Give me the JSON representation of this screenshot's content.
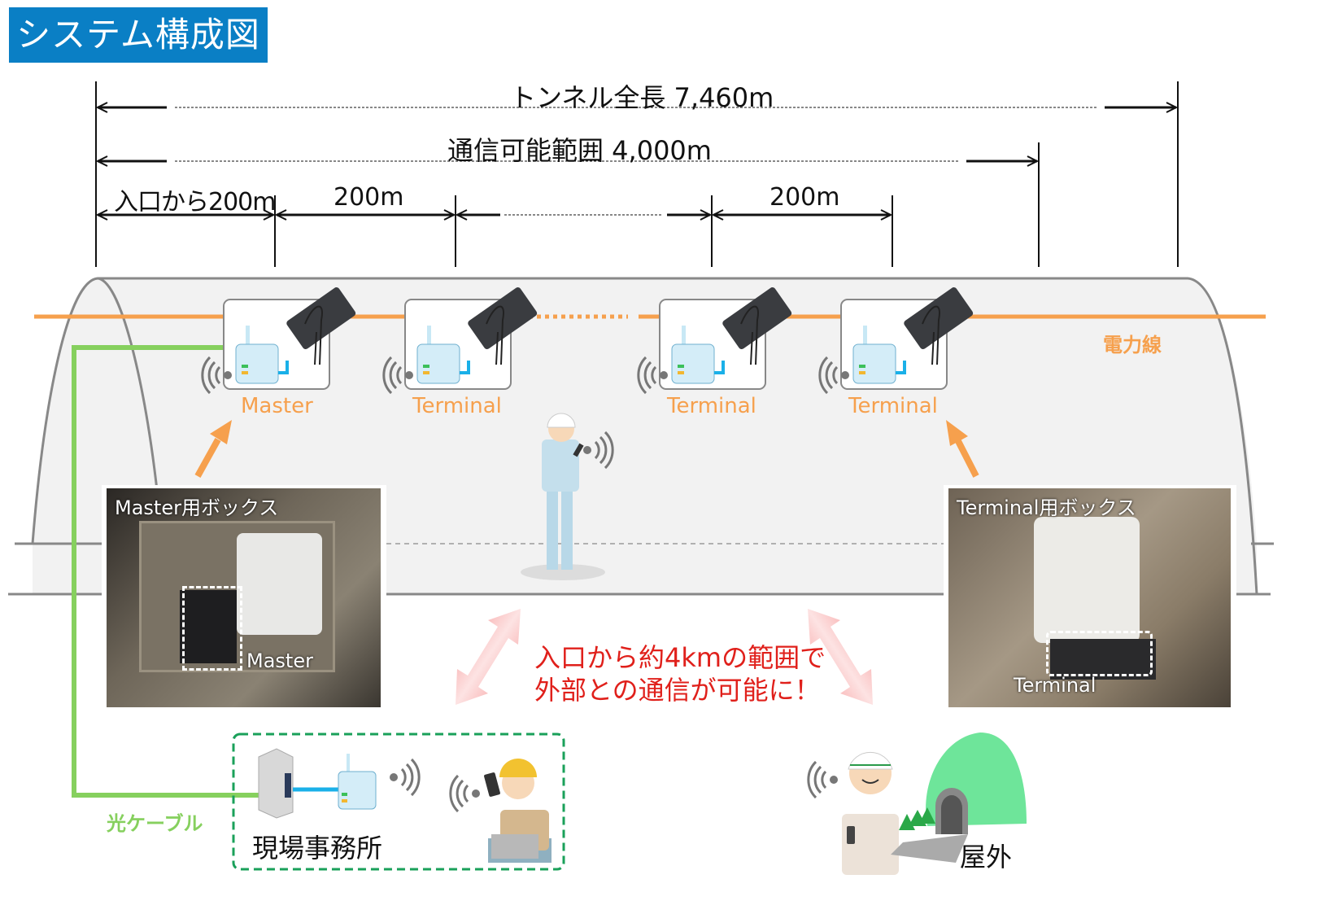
{
  "title": "システム構成図",
  "dimensions": {
    "tunnel_total": "トンネル全長 7,460m",
    "comm_range": "通信可能範囲 4,000m",
    "entrance_to_first": "入口から200m",
    "span_1": "200m",
    "span_2": "200m"
  },
  "devices": [
    {
      "label": "Master",
      "role": "master"
    },
    {
      "label": "Terminal",
      "role": "terminal"
    },
    {
      "label": "Terminal",
      "role": "terminal"
    },
    {
      "label": "Terminal",
      "role": "terminal"
    }
  ],
  "power_line_label": "電力線",
  "fiber_label": "光ケーブル",
  "photos": {
    "master": {
      "title": "Master用ボックス",
      "callout": "Master"
    },
    "terminal": {
      "title": "Terminal用ボックス",
      "callout": "Terminal"
    }
  },
  "message": {
    "line1": "入口から約4kmの範囲で",
    "line2": "外部との通信が可能に！"
  },
  "places": {
    "office": "現場事務所",
    "outdoor": "屋外"
  },
  "colors": {
    "title_bg": "#0a7fc5",
    "power_line": "#f6a04d",
    "fiber": "#86d05e",
    "message": "#e0201b",
    "office_border": "#1aa05a",
    "lan_cable": "#1ab0e8"
  }
}
